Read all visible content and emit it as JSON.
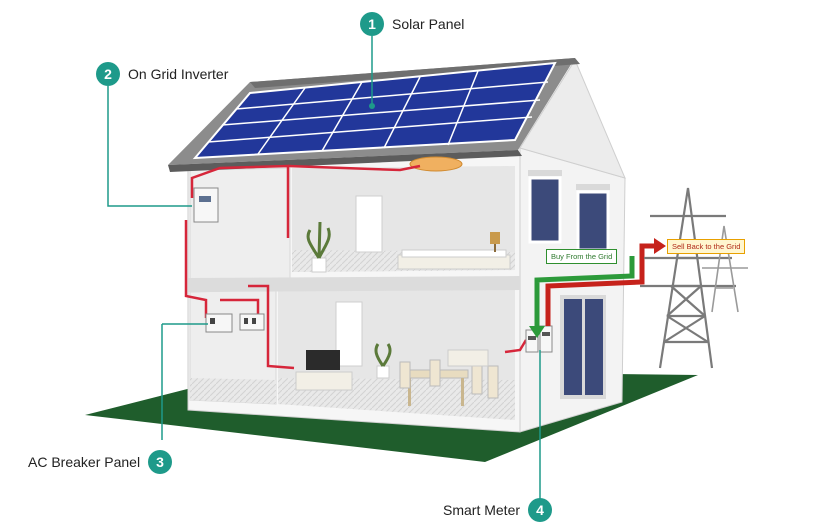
{
  "callouts": [
    {
      "num": "1",
      "label": "Solar Panel"
    },
    {
      "num": "2",
      "label": "On Grid Inverter"
    },
    {
      "num": "3",
      "label": "AC Breaker Panel"
    },
    {
      "num": "4",
      "label": "Smart Meter"
    }
  ],
  "flows": {
    "buy": "Buy From the Grid",
    "sell": "Sell Back to the Grid"
  },
  "colors": {
    "accent": "#1e9a8a",
    "wire": "#d6263a",
    "buy_arrow": "#2c9a3a",
    "sell_arrow": "#c6221b",
    "lawn": "#1f5d2c",
    "panel": "#22379a",
    "roof": "#8c8c8c"
  }
}
